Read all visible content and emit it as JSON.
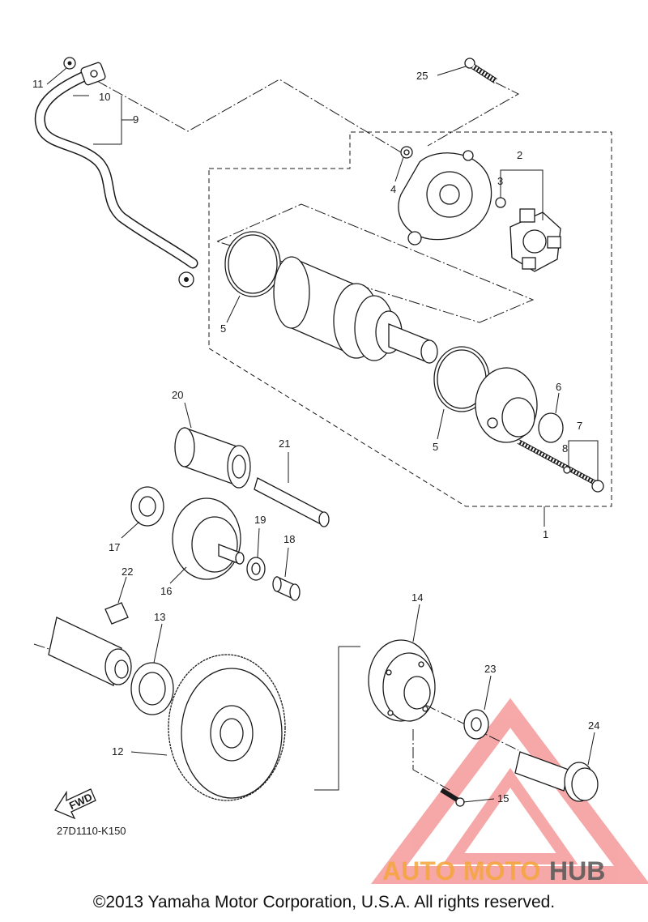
{
  "diagram_code": "27D1110-K150",
  "copyright": "©2013 Yamaha Motor Corporation, U.S.A. All rights reserved.",
  "fwd_label": "FWD",
  "watermark": {
    "part1": "AUTO",
    "part2": "MOTO",
    "part3": "HUB",
    "color_primary": "#f4a43a",
    "color_secondary": "#f4a43a",
    "color_tertiary": "#555555",
    "triangle_color": "#f06060"
  },
  "callouts": {
    "c1": "1",
    "c2": "2",
    "c3": "3",
    "c4": "4",
    "c5a": "5",
    "c5b": "5",
    "c6": "6",
    "c7": "7",
    "c8": "8",
    "c9": "9",
    "c10": "10",
    "c11": "11",
    "c12": "12",
    "c13": "13",
    "c14": "14",
    "c15": "15",
    "c16": "16",
    "c17": "17",
    "c18": "18",
    "c19": "19",
    "c20": "20",
    "c21": "21",
    "c22": "22",
    "c23": "23",
    "c24": "24",
    "c25": "25"
  }
}
